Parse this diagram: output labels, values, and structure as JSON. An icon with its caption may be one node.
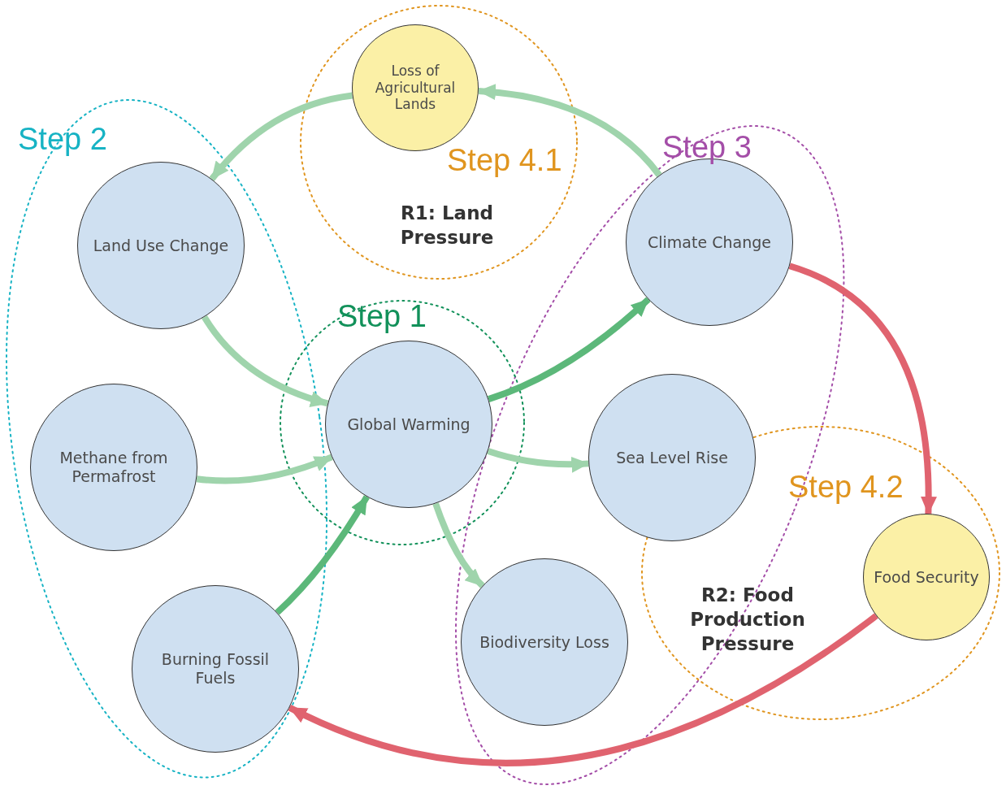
{
  "diagram": {
    "nodes": [
      {
        "text": [
          "Step 4.1",
          "R1: Land Pressure"
        ]
      },
      {
        "text": [
          "Loss of Agricultural Lands"
        ],
        "in": 0
      },
      {
        "text": [
          "Step 2"
        ]
      },
      {
        "text": [
          "Land Use Change"
        ],
        "in": 2
      },
      {
        "text": [
          "Step 3"
        ]
      },
      {
        "text": [
          "Climate Change"
        ],
        "in": 4
      },
      {
        "text": [
          "Step 1"
        ]
      },
      {
        "text": [
          "Global Warming"
        ],
        "in": 6
      },
      {
        "text": [
          "Methane from Permafrost"
        ],
        "in": 2
      },
      {
        "text": [
          "Sea Level Rise"
        ],
        "in": 4
      },
      {
        "text": [
          "Step 4.2",
          "R2: Food Production Pressure"
        ]
      },
      {
        "text": [
          "Food Security"
        ],
        "in": 10
      },
      {
        "text": [
          "Biodiversity Loss"
        ],
        "in": 4
      },
      {
        "text": [
          "Burning Fossil Fuels"
        ],
        "in": 2
      }
    ],
    "edges": [
      {
        "from": 1,
        "to": 3,
        "arrow": "to"
      },
      {
        "from": 5,
        "to": 1,
        "arrow": "to"
      },
      {
        "from": 3,
        "to": 7,
        "arrow": "to"
      },
      {
        "from": 8,
        "to": 7,
        "arrow": "to"
      },
      {
        "from": 13,
        "to": 7,
        "arrow": "to",
        "color": "#5cb87a"
      },
      {
        "from": 7,
        "to": 5,
        "arrow": "to",
        "color": "#5cb87a"
      },
      {
        "from": 7,
        "to": 9,
        "arrow": "to"
      },
      {
        "from": 7,
        "to": 12,
        "arrow": "to"
      },
      {
        "from": 5,
        "to": 11,
        "arrow": "to",
        "color": "#e0636f"
      },
      {
        "from": 11,
        "to": 13,
        "arrow": "to",
        "color": "#e0636f"
      }
    ]
  }
}
